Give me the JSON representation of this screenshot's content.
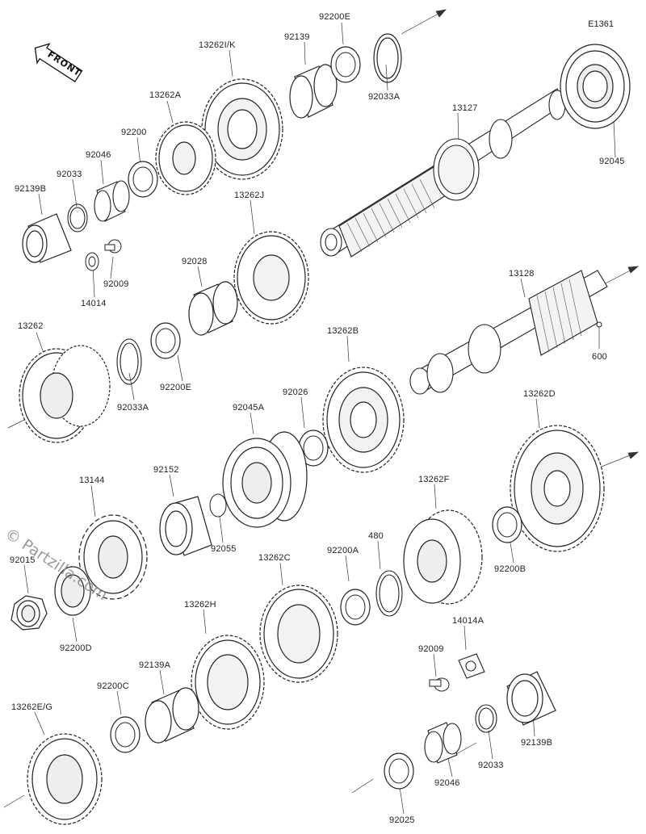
{
  "diagram_id": "E1361",
  "front_label": "FRONT",
  "watermark": "© Partzilla.com",
  "labels": {
    "p92200E_top": "92200E",
    "p92139_top": "92139",
    "p13262IK": "13262I/K",
    "p92033A_top": "92033A",
    "p13262A": "13262A",
    "p92200": "92200",
    "p92046_top": "92046",
    "p92033_top": "92033",
    "p92139B_top": "92139B",
    "p92009_top": "92009",
    "p14014": "14014",
    "p13127": "13127",
    "p92045": "92045",
    "p13262J": "13262J",
    "p92028": "92028",
    "p13128": "13128",
    "p600": "600",
    "p13262": "13262",
    "p92033A_mid": "92033A",
    "p92200E_mid": "92200E",
    "p13262B": "13262B",
    "p92026": "92026",
    "p92045A": "92045A",
    "p13262D": "13262D",
    "p13144": "13144",
    "p92152": "92152",
    "p92055": "92055",
    "p13262F": "13262F",
    "p480": "480",
    "p92015": "92015",
    "p92200D": "92200D",
    "p13262C": "13262C",
    "p92200A": "92200A",
    "p92200B": "92200B",
    "p13262H": "13262H",
    "p14014A": "14014A",
    "p92009_bot": "92009",
    "p92139A": "92139A",
    "p92200C": "92200C",
    "p13262EG": "13262E/G",
    "p92139B_bot": "92139B",
    "p92033_bot": "92033",
    "p92046_bot": "92046",
    "p92025": "92025"
  }
}
